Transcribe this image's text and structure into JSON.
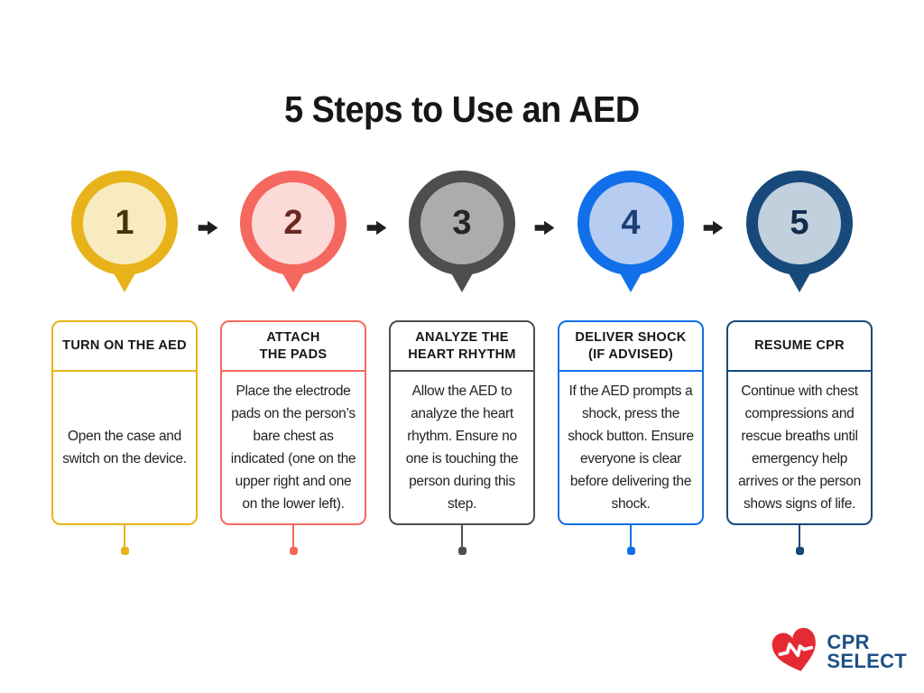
{
  "title": "5 Steps to Use an AED",
  "palette": {
    "title_text": "#161616",
    "arrow": "#1f1f1f",
    "body_text": "#222222",
    "background": "#ffffff"
  },
  "steps": [
    {
      "number": "1",
      "ring": "#e8b31a",
      "fill": "#f8ebc1",
      "number_color": "#453505",
      "heading": "TURN ON THE AED",
      "body": "Open the case and switch on the device."
    },
    {
      "number": "2",
      "ring": "#f5685f",
      "fill": "#fbdad8",
      "number_color": "#6b2823",
      "heading": "ATTACH\nTHE PADS",
      "body": "Place the electrode pads on the person’s bare chest as indicated (one on the upper right and one on the lower left)."
    },
    {
      "number": "3",
      "ring": "#4f4e4e",
      "fill": "#acacac",
      "number_color": "#262626",
      "heading": "ANALYZE THE\nHEART RHYTHM",
      "body": "Allow the AED to analyze the heart rhythm. Ensure no one is touching the person during this step."
    },
    {
      "number": "4",
      "ring": "#1170e9",
      "fill": "#b6cdf1",
      "number_color": "#1b3e79",
      "heading": "DELIVER SHOCK\n(IF ADVISED)",
      "body": "If the AED prompts a shock, press the shock button. Ensure everyone is clear before delivering the shock."
    },
    {
      "number": "5",
      "ring": "#174a7b",
      "fill": "#c2cfdc",
      "number_color": "#0f2c4d",
      "heading": "RESUME CPR",
      "body": "Continue with chest compressions and rescue breaths until emergency help arrives or the person shows signs of life."
    }
  ],
  "logo": {
    "line1": "CPR",
    "line2": "SELECT",
    "text_color": "#1d5086",
    "heart_color": "#e42a33",
    "ekg_color": "#ffffff"
  }
}
